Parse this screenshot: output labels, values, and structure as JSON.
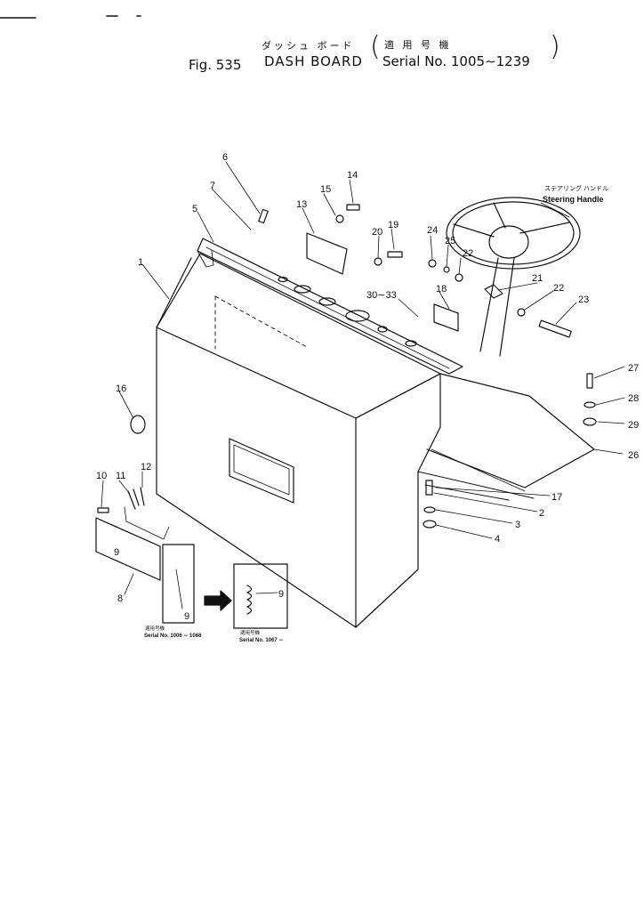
{
  "title": {
    "fig": "Fig. 535",
    "jp_name": "ダッシュ  ボード",
    "name": "DASH BOARD",
    "jp_serial": "適 用 号 機",
    "serial": "Serial No. 1005∼1239"
  },
  "steering": {
    "jp": "ステアリング ハンドル",
    "en": "Steering Handle"
  },
  "inset_left": {
    "jp": "適用号機",
    "serial": "Serial No. 1006 ∼ 1066"
  },
  "inset_right": {
    "jp": "適用号機",
    "serial": "Serial No. 1067 ∼"
  },
  "parts": [
    {
      "label": "1"
    },
    {
      "label": "2"
    },
    {
      "label": "3"
    },
    {
      "label": "4"
    },
    {
      "label": "5"
    },
    {
      "label": "6"
    },
    {
      "label": "7"
    },
    {
      "label": "8"
    },
    {
      "label": "9"
    },
    {
      "label": "9"
    },
    {
      "label": "9"
    },
    {
      "label": "10"
    },
    {
      "label": "11"
    },
    {
      "label": "12"
    },
    {
      "label": "13"
    },
    {
      "label": "14"
    },
    {
      "label": "15"
    },
    {
      "label": "16"
    },
    {
      "label": "17"
    },
    {
      "label": "18"
    },
    {
      "label": "19"
    },
    {
      "label": "20"
    },
    {
      "label": "21"
    },
    {
      "label": "22"
    },
    {
      "label": "22"
    },
    {
      "label": "23"
    },
    {
      "label": "24"
    },
    {
      "label": "25"
    },
    {
      "label": "26"
    },
    {
      "label": "27"
    },
    {
      "label": "28"
    },
    {
      "label": "29"
    },
    {
      "label": "30∼33"
    }
  ]
}
